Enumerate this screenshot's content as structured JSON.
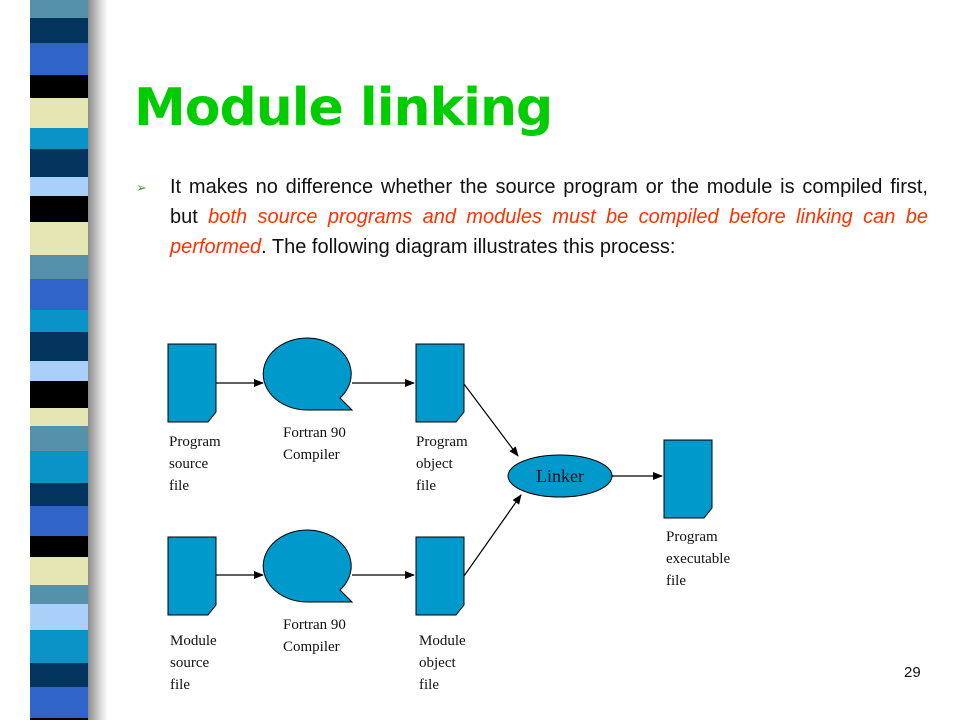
{
  "slide": {
    "title": "Module linking",
    "bullet_glyph": "➢",
    "paragraph": {
      "part1": "It makes no difference whether the source program or the module is compiled first, but ",
      "emphasis": "both source programs and modules must be compiled before linking can be performed",
      "part2": ". The following diagram illustrates this process:"
    },
    "page_number": "29"
  },
  "diagram": {
    "labels": {
      "program_source": "Program\nsource\nfile",
      "compiler_top": "Fortran 90\nCompiler",
      "program_object": "Program\nobject\nfile",
      "linker": "Linker",
      "program_executable": "Program\nexecutable\nfile",
      "module_source": "Module\nsource\nfile",
      "compiler_bottom": "Fortran 90\nCompiler",
      "module_object": "Module\nobject\nfile"
    }
  },
  "colors": {
    "title": "#00cc00",
    "emphasis": "#ff3300",
    "shape_fill": "#0099cc",
    "stripe": [
      "#5591a8",
      "#02345e",
      "#3064c8",
      "#000000",
      "#e6e6b4",
      "#0a93c6",
      "#a8d0f8"
    ]
  }
}
